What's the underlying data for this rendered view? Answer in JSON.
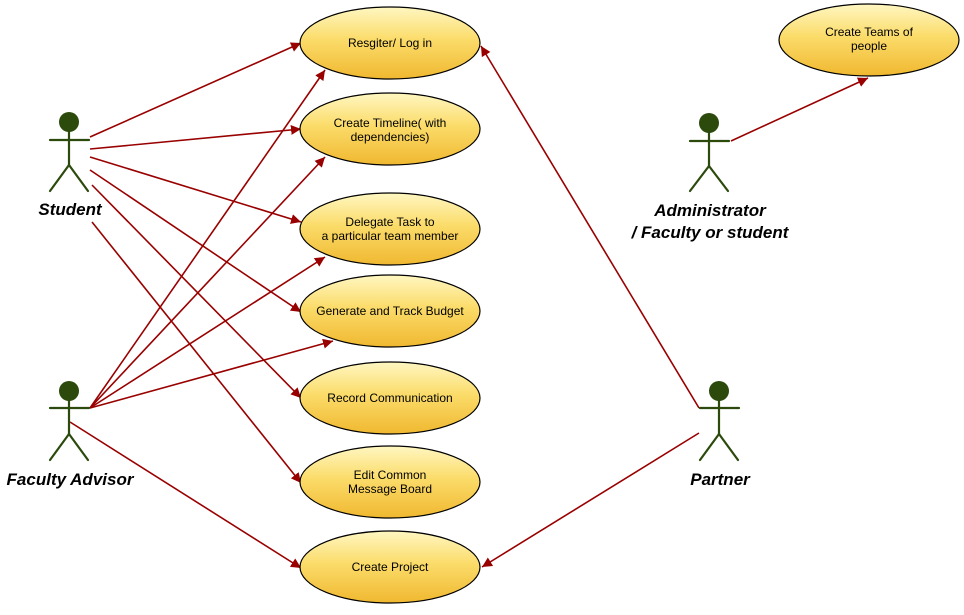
{
  "actors": {
    "student": {
      "name": "Student"
    },
    "faculty_advisor": {
      "name": "Faculty Advisor"
    },
    "administrator": {
      "name_line1": "Administrator",
      "name_line2": "/ Faculty or student"
    },
    "partner": {
      "name": "Partner"
    }
  },
  "use_cases": {
    "register": {
      "lines": [
        "Resgiter/ Log in"
      ]
    },
    "timeline": {
      "lines": [
        "Create Timeline( with",
        "dependencies)"
      ]
    },
    "delegate": {
      "lines": [
        "Delegate Task to",
        "a particular team member"
      ]
    },
    "budget": {
      "lines": [
        "Generate and Track Budget"
      ]
    },
    "communication": {
      "lines": [
        "Record Communication"
      ]
    },
    "message_board": {
      "lines": [
        "Edit Common",
        "Message Board"
      ]
    },
    "project": {
      "lines": [
        "Create Project"
      ]
    },
    "teams": {
      "lines": [
        "Create Teams of",
        "people"
      ]
    }
  },
  "colors": {
    "association": "#990000",
    "actor": "#2b4a0c",
    "use_case_fill_top": "#fff7c2",
    "use_case_fill_bottom": "#f0b830",
    "use_case_border": "#000000"
  }
}
